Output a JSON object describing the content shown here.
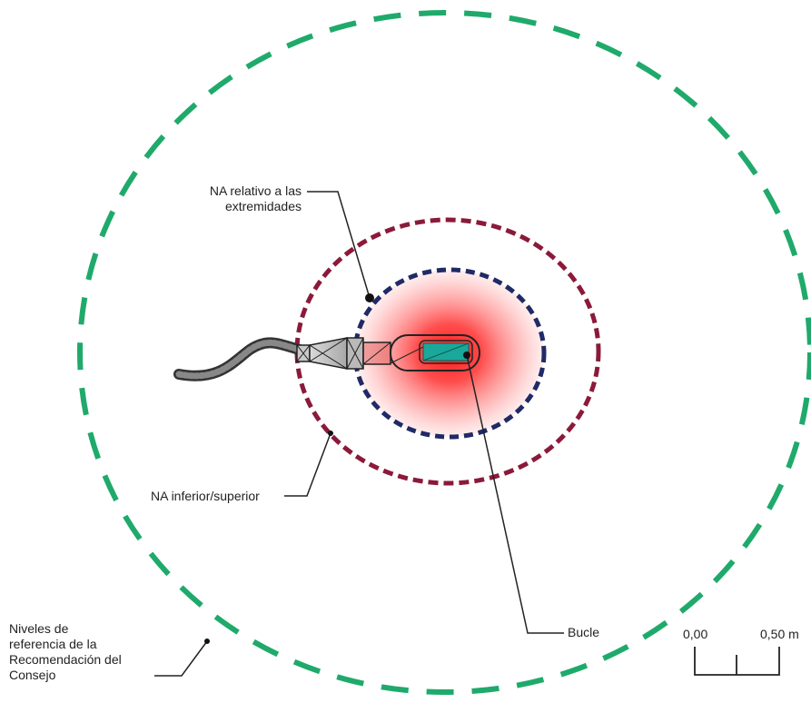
{
  "labels": {
    "na_extremities": [
      "NA relativo a las",
      "extremidades"
    ],
    "na_lower_upper": "NA inferior/superior",
    "loop": "Bucle",
    "council_reference": [
      "Niveles de",
      "referencia de la",
      "Recomendación del",
      "Consejo"
    ]
  },
  "scale_bar": {
    "start": "0,00",
    "end": "0,50 m"
  },
  "colors": {
    "council_reference_ring": "#1faa6b",
    "na_lower_upper_ring": "#8b1a3a",
    "na_extremities_ring": "#1f2a66",
    "field_core": "#ff1a1a",
    "loop_coil": "#1aa89a"
  }
}
